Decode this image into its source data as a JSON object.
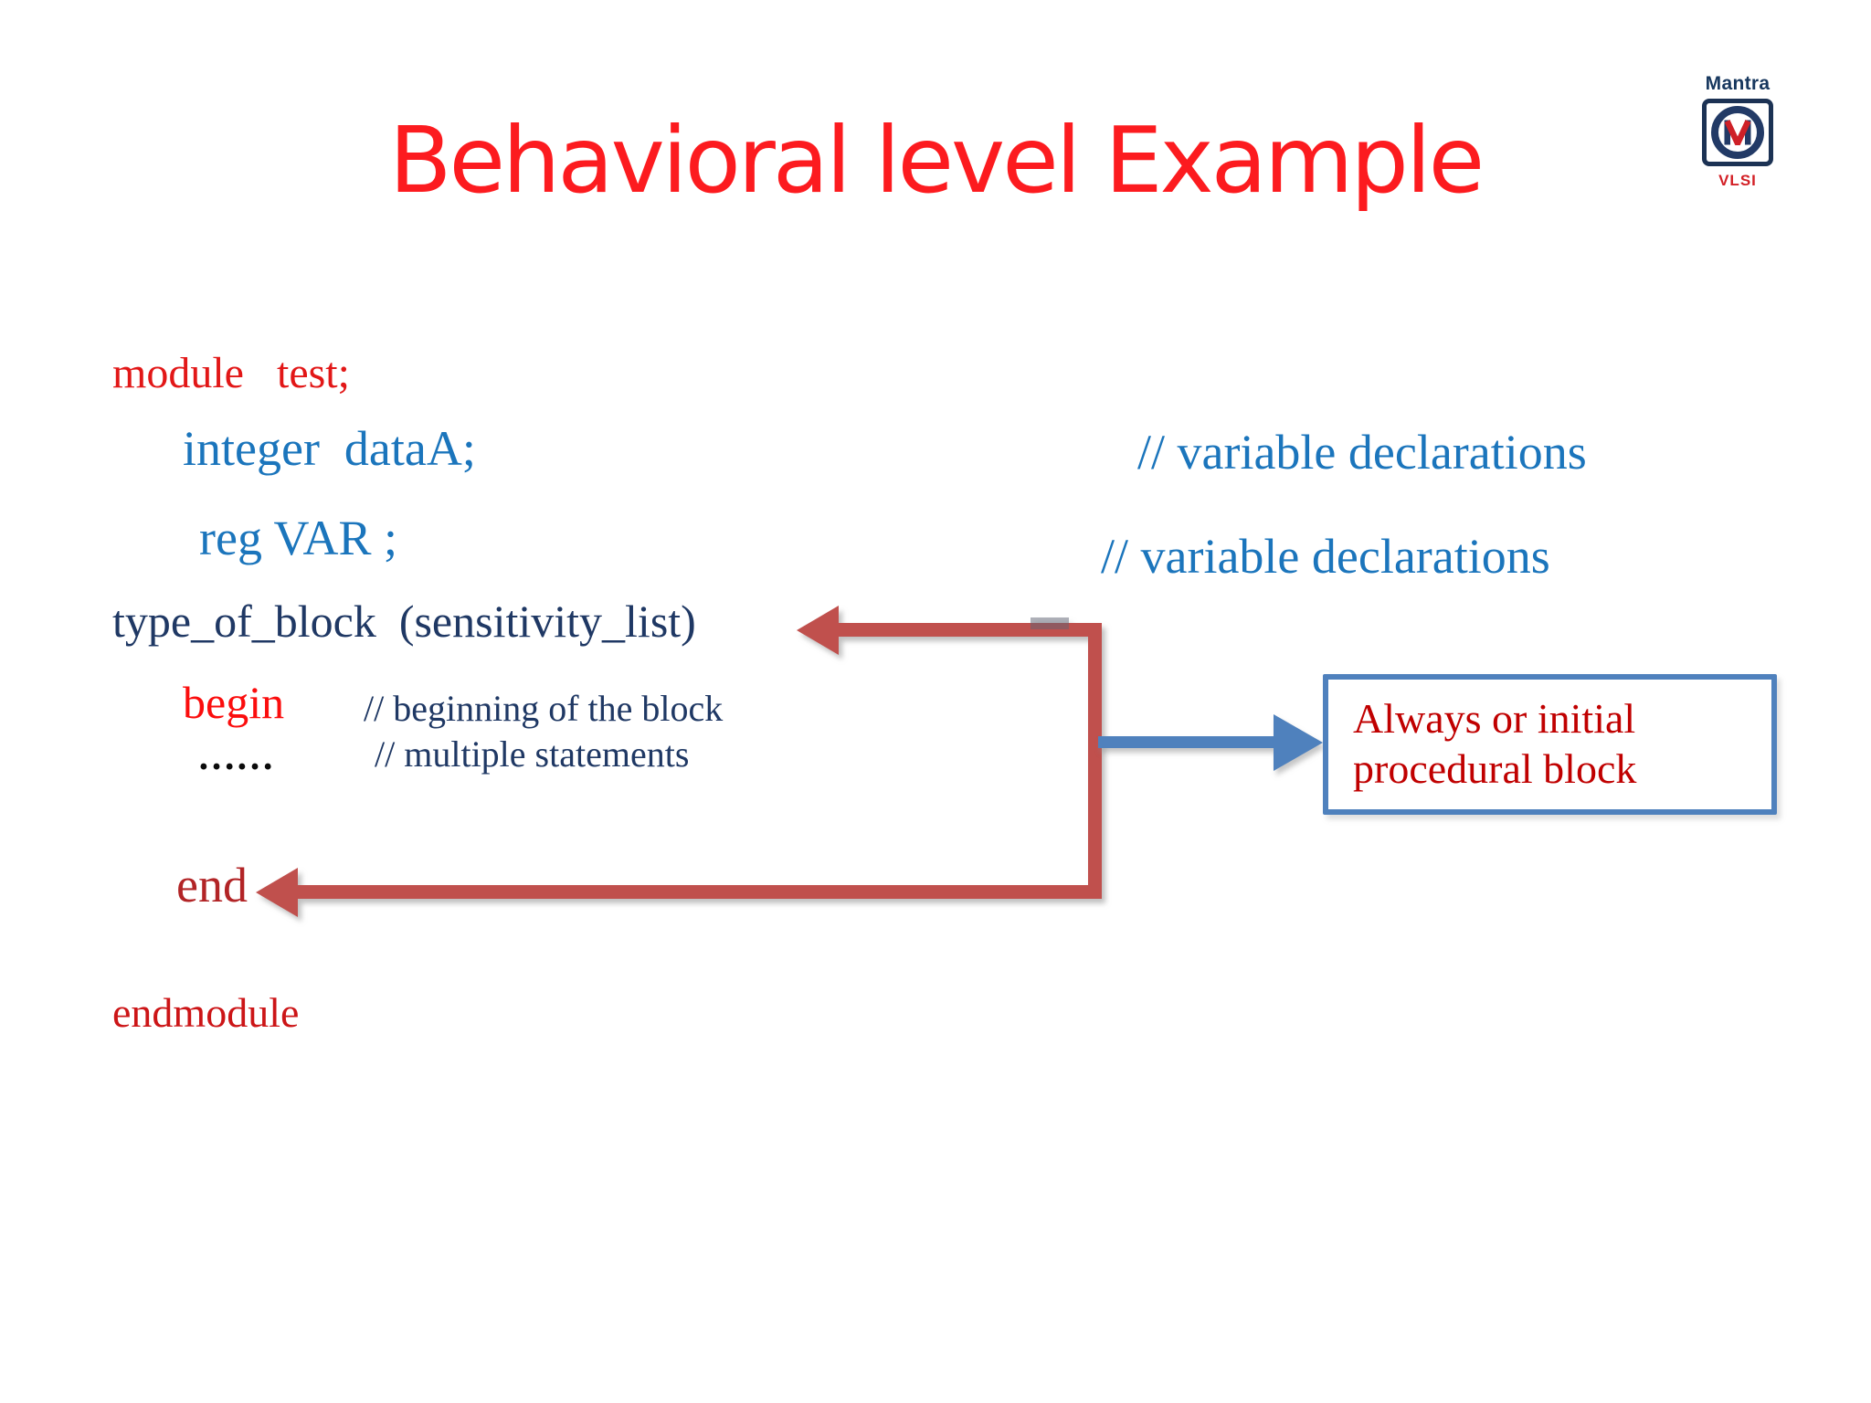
{
  "title": "Behavioral level Example",
  "logo": {
    "brand": "Mantra",
    "sub": "VLSI",
    "monogram": "M"
  },
  "code": {
    "module_decl": "module   test;",
    "integer_decl": "integer  dataA;",
    "integer_comment": "// variable declarations",
    "reg_decl": "reg VAR ;",
    "reg_comment": "// variable declarations",
    "block_header": "type_of_block  (sensitivity_list)",
    "begin_keyword": "begin",
    "begin_comment": "// beginning of the block",
    "ellipsis": "……",
    "ellipsis_comment": "// multiple statements",
    "end_keyword": "end",
    "endmodule_keyword": "endmodule"
  },
  "callout": {
    "line1": "Always or initial",
    "line2": "procedural block"
  },
  "colors": {
    "title_red": "#FC1B1F",
    "keyword_red": "#E21717",
    "begin_red": "#FB0D0D",
    "end_red": "#B22426",
    "endmodule_red": "#CC1517",
    "statement_blue": "#1B75BC",
    "comment_navy": "#1F3864",
    "arrow_red": "#C0504D",
    "arrow_blue": "#4F81BD",
    "callout_text_red": "#C00000",
    "callout_border_blue": "#4F81BD"
  }
}
